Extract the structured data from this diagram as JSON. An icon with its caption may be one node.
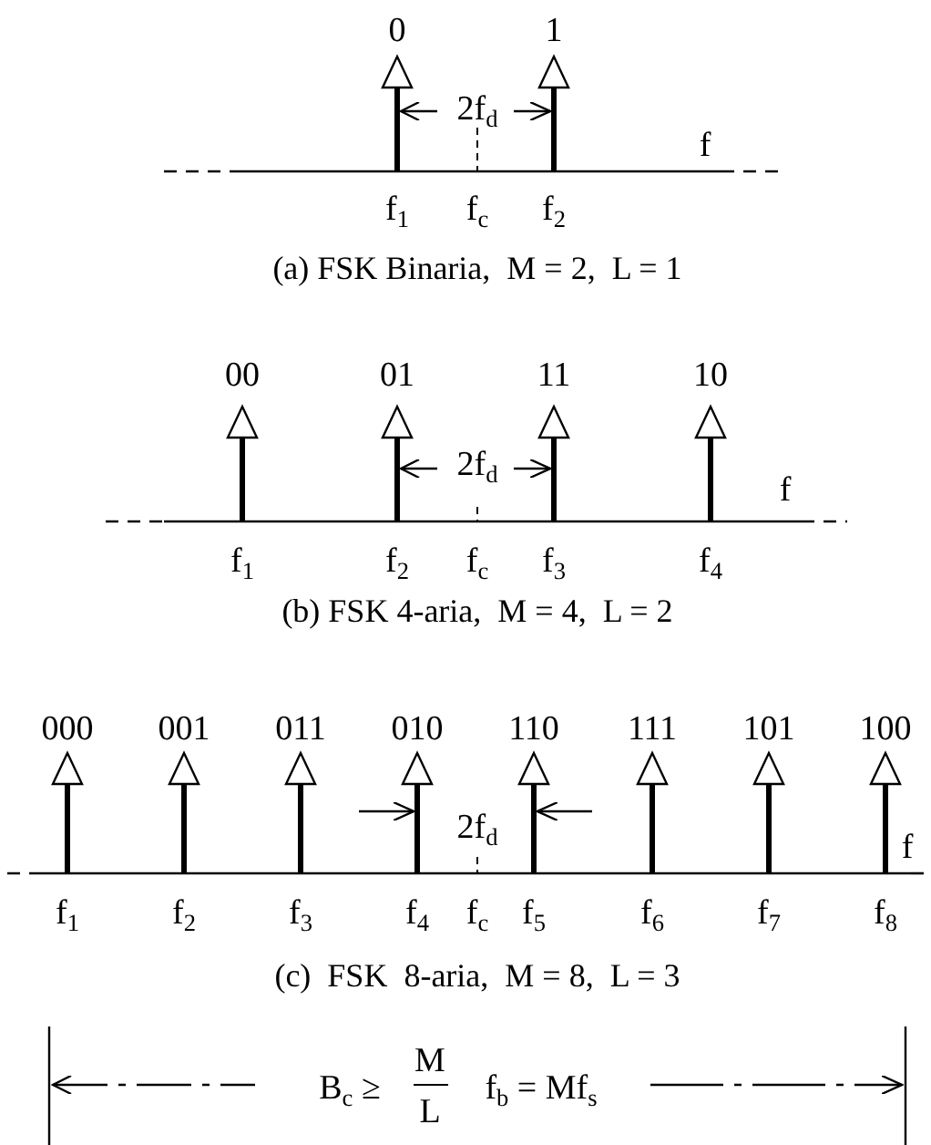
{
  "diagram": {
    "labels": [
      "0",
      "1",
      "2f$_{d}$",
      "f",
      "f$_{1}$",
      "f$_{c}$",
      "f$_{2}$",
      "(a) FSK Binaria,  M = 2,  L = 1",
      "00",
      "01",
      "11",
      "10",
      "2f$_{d}$",
      "f",
      "f$_{1}$",
      "f$_{2}$",
      "f$_{c}$",
      "f$_{3}$",
      "f$_{4}$",
      "(b) FSK 4-aria,  M = 4,  L = 2",
      "000",
      "001",
      "011",
      "010",
      "110",
      "111",
      "101",
      "100",
      "2f$_{d}$",
      "f",
      "f$_{1}$",
      "f$_{2}$",
      "f$_{3}$",
      "f$_{4}$",
      "f$_{c}$",
      "f$_{5}$",
      "f$_{6}$",
      "f$_{7}$",
      "f$_{8}$",
      "(c)  FSK  8-aria,  M = 8,  L = 3",
      "B$_{c}$ ≥",
      "M",
      "L",
      "f$_{b}$ = Mf$_{s}$"
    ]
  }
}
